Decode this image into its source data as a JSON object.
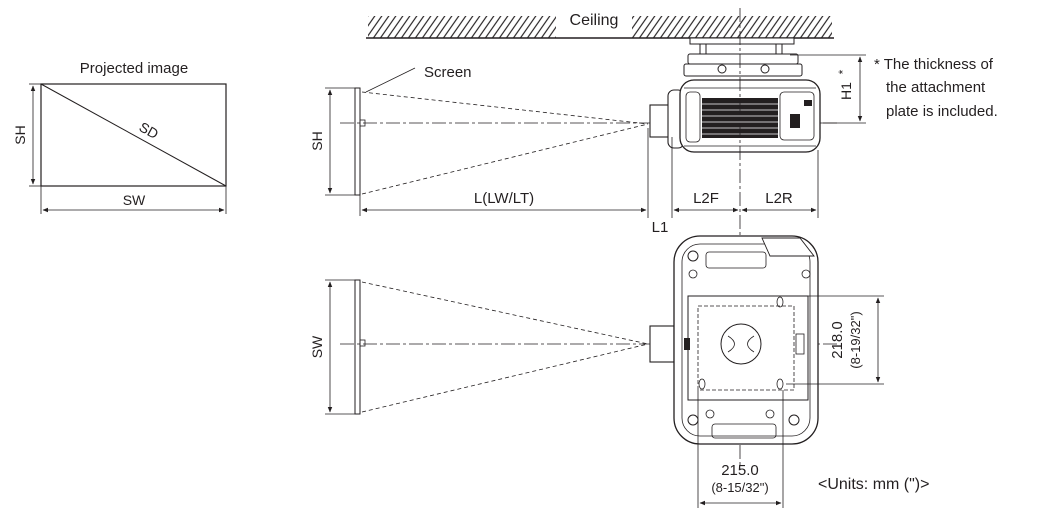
{
  "labels": {
    "projected_image": "Projected image",
    "sh": "SH",
    "sw": "SW",
    "sd": "SD",
    "screen": "Screen",
    "ceiling": "Ceiling",
    "l": "L(LW/LT)",
    "l1": "L1",
    "l2f": "L2F",
    "l2r": "L2R",
    "h1": "H1",
    "asterisk": "*",
    "note_line1": "* The thickness of",
    "note_line2": "the attachment",
    "note_line3": "plate is included.",
    "dim_218_mm": "218.0",
    "dim_218_in": "(8-19/32\")",
    "dim_215_mm": "215.0",
    "dim_215_in": "(8-15/32\")",
    "units": "<Units: mm (\")>"
  },
  "colors": {
    "line": "#231f20",
    "hatch": "#231f20",
    "background": "#ffffff"
  }
}
